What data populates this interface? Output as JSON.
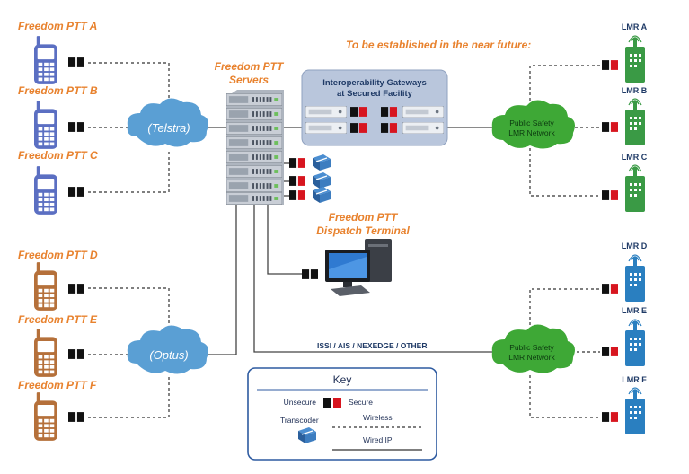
{
  "ptt_devices": [
    {
      "label": "Freedom PTT A",
      "color": "#5b6fc2"
    },
    {
      "label": "Freedom PTT B",
      "color": "#5b6fc2"
    },
    {
      "label": "Freedom PTT C",
      "color": "#5b6fc2"
    },
    {
      "label": "Freedom PTT D",
      "color": "#b5703a"
    },
    {
      "label": "Freedom PTT E",
      "color": "#b5703a"
    },
    {
      "label": "Freedom PTT F",
      "color": "#b5703a"
    }
  ],
  "clouds": {
    "telstra": "(Telstra)",
    "optus": "(Optus)",
    "cloud_color": "#5a9fd4"
  },
  "servers": {
    "title_line1": "Freedom PTT",
    "title_line2": "Servers"
  },
  "future_note": "To be established in the near future:",
  "gateways": {
    "line1": "Interoperability Gateways",
    "line2": "at Secured Facility"
  },
  "dispatch": {
    "line1": "Freedom PTT",
    "line2": "Dispatch Terminal"
  },
  "lmr_networks": [
    {
      "line1": "Public Safety",
      "line2": "LMR Network"
    },
    {
      "line1": "Public Safety",
      "line2": "LMR Network"
    }
  ],
  "lmr_radios": [
    {
      "label": "LMR A",
      "color": "#3a9a45"
    },
    {
      "label": "LMR B",
      "color": "#3a9a45"
    },
    {
      "label": "LMR C",
      "color": "#3a9a45"
    },
    {
      "label": "LMR D",
      "color": "#2a7fc0"
    },
    {
      "label": "LMR E",
      "color": "#2a7fc0"
    },
    {
      "label": "LMR F",
      "color": "#2a7fc0"
    }
  ],
  "link_label": "ISSI / AIS / NEXEDGE / OTHER",
  "key": {
    "title": "Key",
    "unsecure": "Unsecure",
    "secure": "Secure",
    "transcoder": "Transcoder",
    "wireless": "Wireless",
    "wired": "Wired IP"
  },
  "colors": {
    "orange": "#e8822e",
    "green_cloud": "#3ea836",
    "secure_red": "#d7151f",
    "gateway_box": "#b9c6dc"
  }
}
